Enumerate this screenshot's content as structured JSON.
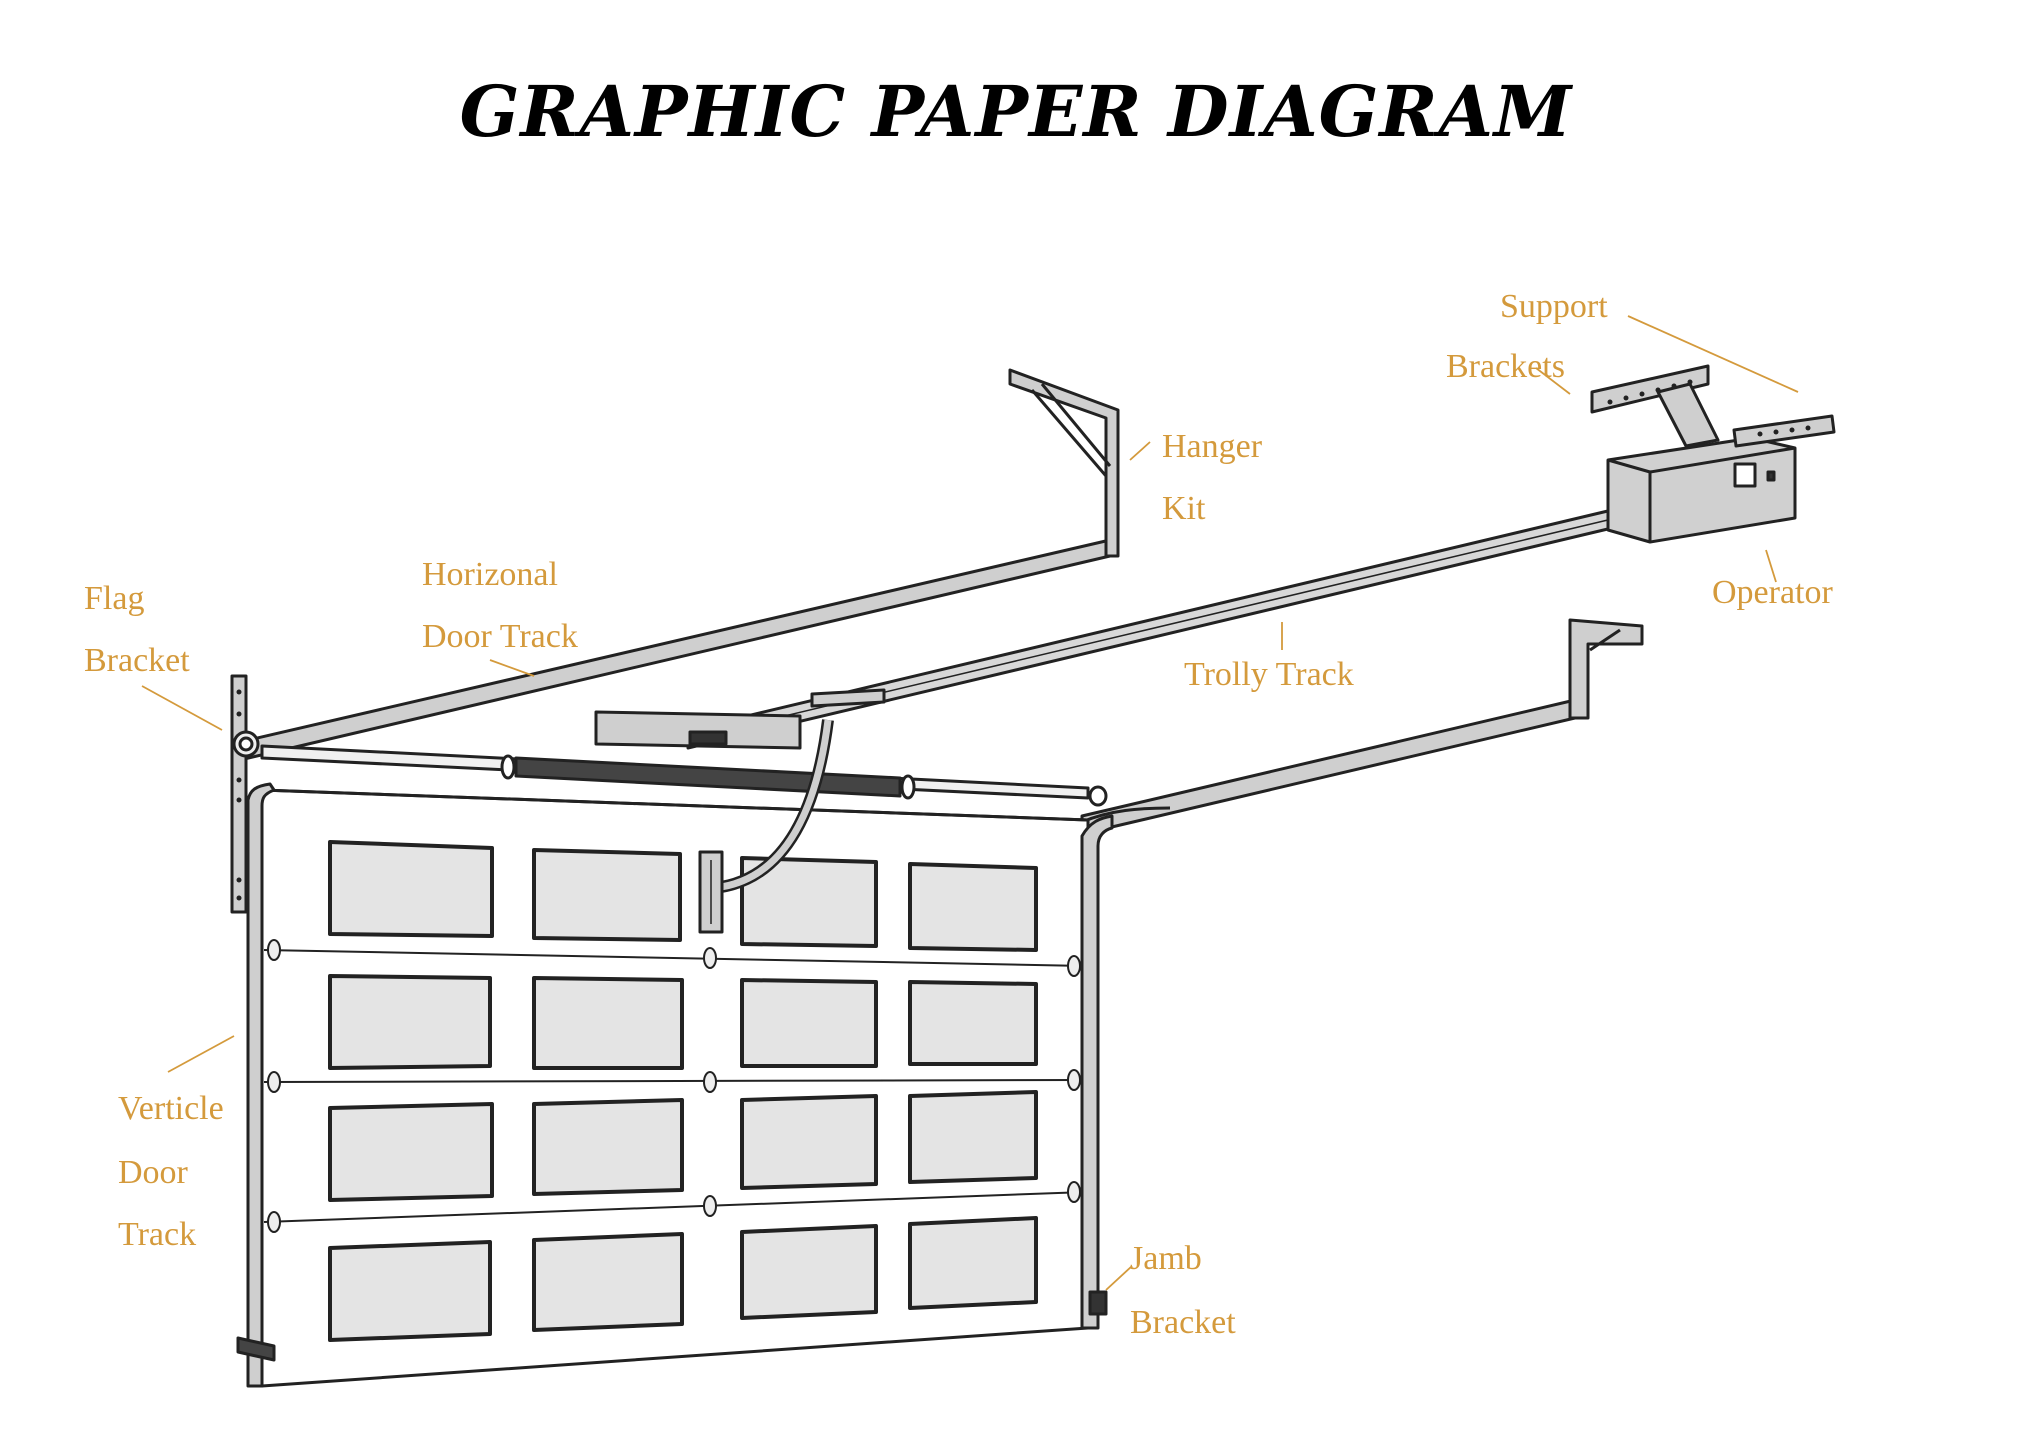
{
  "title": "GRAPHIC PAPER DIAGRAM",
  "colors": {
    "label": "#d49a3c",
    "track_fill": "#cfcfcf",
    "window_fill": "#e4e4e4",
    "outline": "#222222"
  },
  "labels": {
    "support": "Support",
    "brackets": "Brackets",
    "hanger": "Hanger",
    "kit": "Kit",
    "horizonal": "Horizonal",
    "door_track": "Door Track",
    "flag": "Flag",
    "bracket": "Bracket",
    "operator": "Operator",
    "trolly_track": "Trolly Track",
    "verticle": "Verticle",
    "v_door": "Door",
    "v_track": "Track",
    "jamb": "Jamb",
    "jamb_bracket": "Bracket"
  }
}
